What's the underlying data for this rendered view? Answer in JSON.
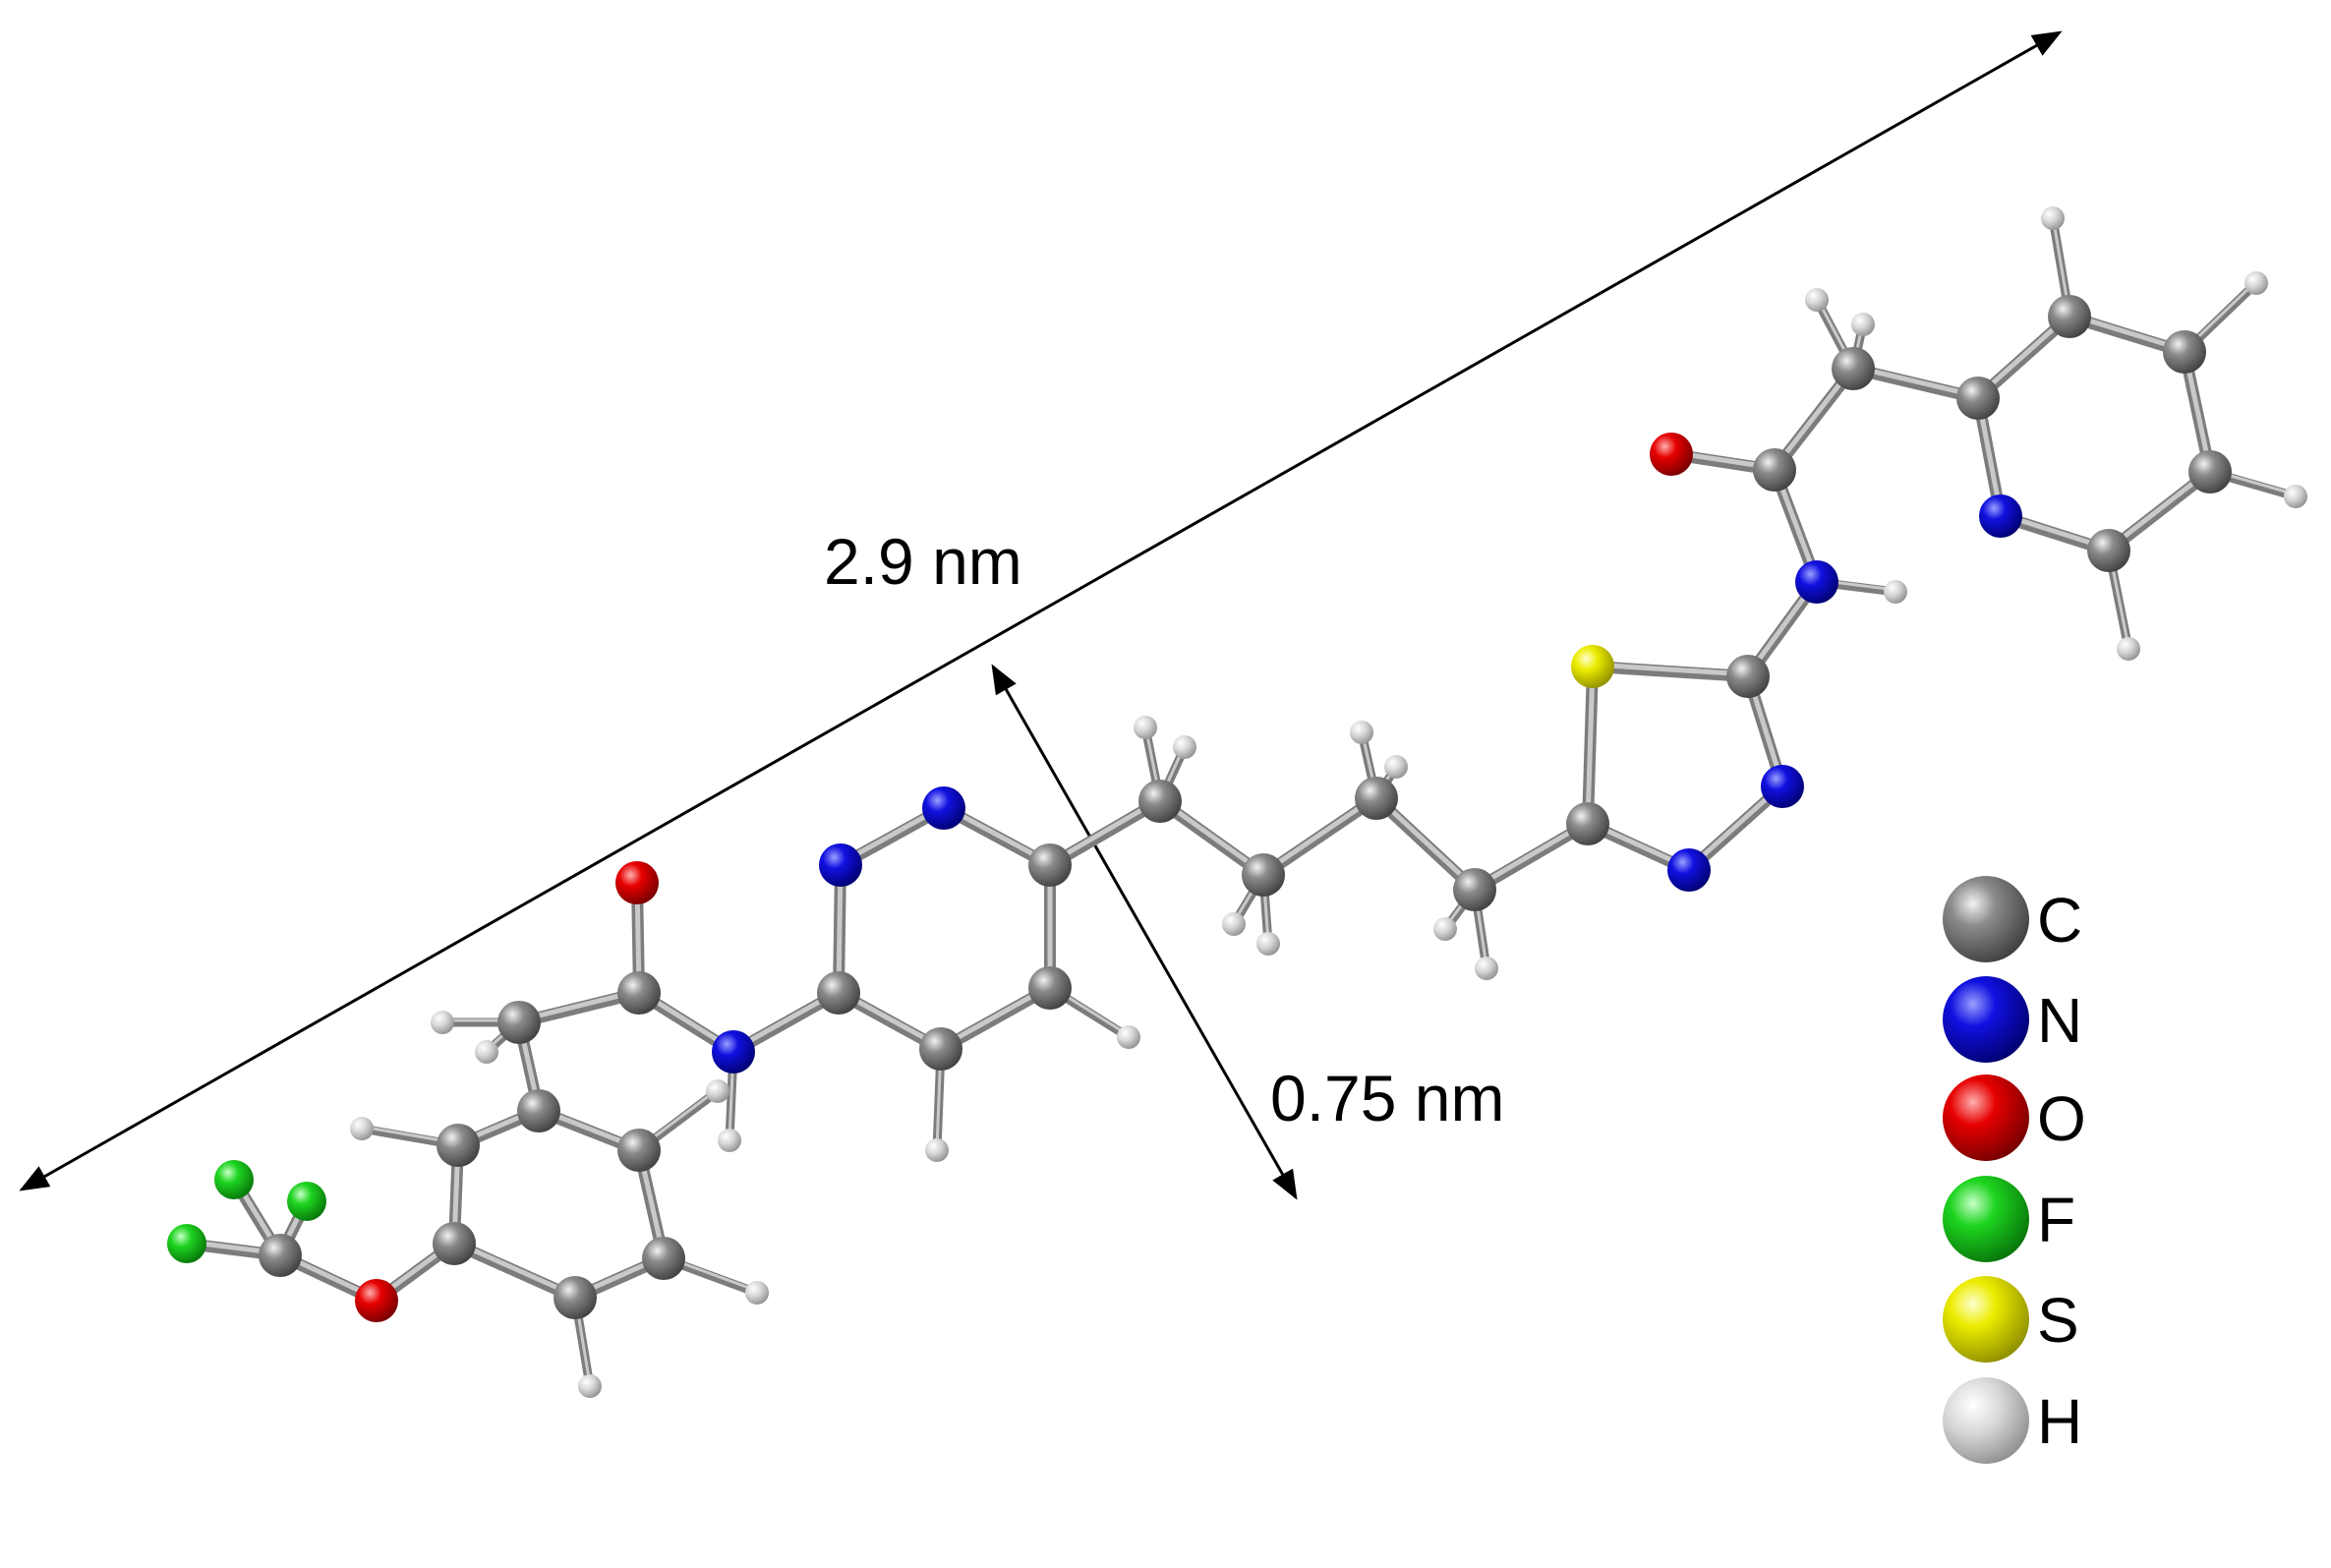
{
  "dimensions": {
    "length_label": "2.9 nm",
    "width_label": "0.75 nm"
  },
  "legend": [
    {
      "element": "C",
      "label": "C",
      "color": "#7a7a7a"
    },
    {
      "element": "N",
      "label": "N",
      "color": "#0a0ad8"
    },
    {
      "element": "O",
      "label": "O",
      "color": "#e00000"
    },
    {
      "element": "F",
      "label": "F",
      "color": "#19d21e"
    },
    {
      "element": "S",
      "label": "S",
      "color": "#e8e800"
    },
    {
      "element": "H",
      "label": "H",
      "color": "#d8d8d8"
    }
  ]
}
